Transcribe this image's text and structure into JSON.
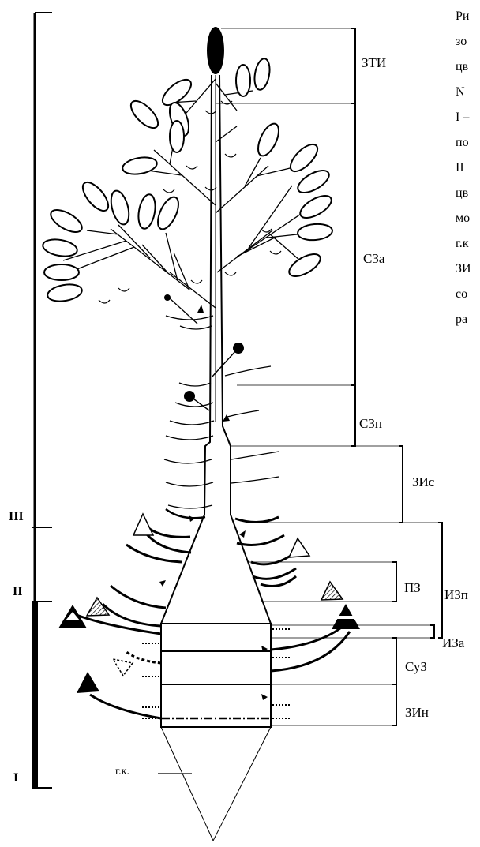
{
  "zones": {
    "zti": "ЗТИ",
    "sza": "СЗа",
    "szp": "СЗп",
    "zis": "ЗИс",
    "pz": "ПЗ",
    "izp": "ИЗп",
    "iza": "ИЗа",
    "suz": "СуЗ",
    "zin": "ЗИн"
  },
  "stages": {
    "i": "I",
    "ii": "II",
    "iii": "III"
  },
  "root_label": "г.к.",
  "caption_fragments": [
    "Ри",
    "зо",
    "цв",
    "N",
    "I –",
    "по",
    "II",
    "цв",
    "мо",
    "г.к",
    "ЗИ",
    "со",
    "ра"
  ]
}
